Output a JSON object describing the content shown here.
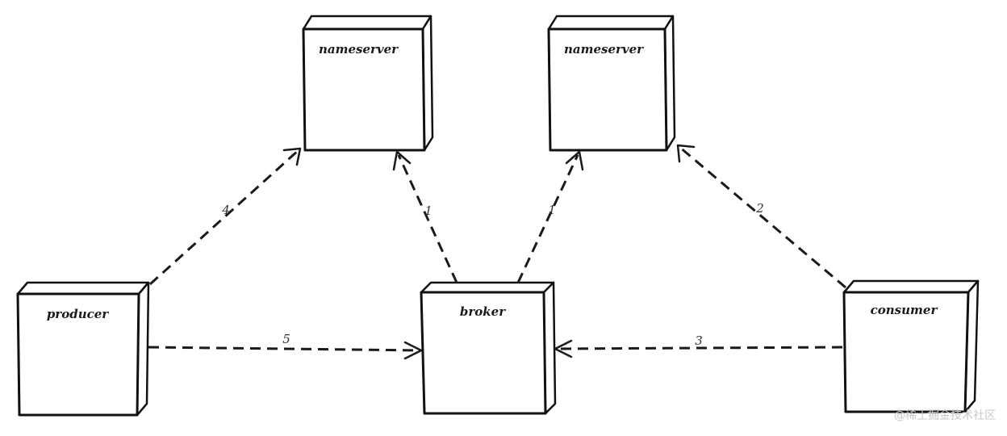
{
  "nodes": {
    "nameserver_left": "nameserver",
    "nameserver_right": "nameserver",
    "producer": "producer",
    "broker": "broker",
    "consumer": "consumer"
  },
  "edges": {
    "producer_to_nameserver": "4",
    "broker_to_nameserver_left": "1",
    "broker_to_nameserver_right": "1",
    "consumer_to_nameserver": "2",
    "producer_to_broker": "5",
    "consumer_to_broker": "3"
  },
  "watermark": "@稀土掘金技术社区"
}
